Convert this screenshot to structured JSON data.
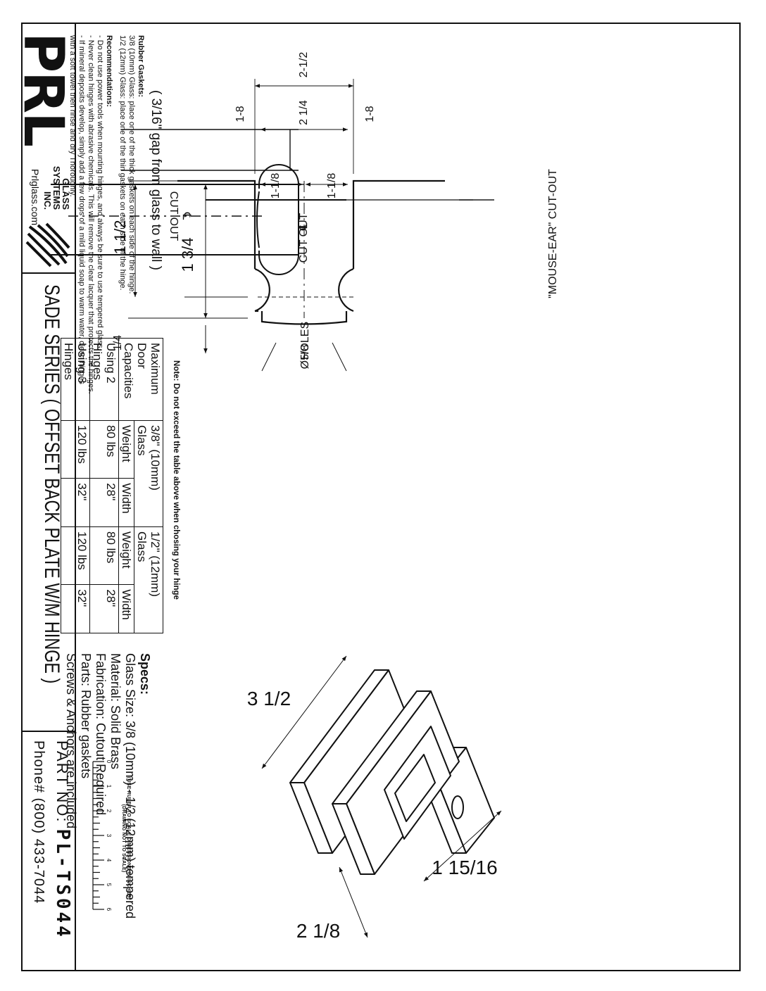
{
  "logo": {
    "letters": "PRL",
    "company_lines": [
      "GLASS",
      "SYSTEMS",
      "INC."
    ],
    "website": "Prlglass.com"
  },
  "title": "SADE SERIES ( OFFSET BACK PLATE W/M HINGE )",
  "part_label": "PART NO:",
  "part_number": "PL-TS044",
  "phone": "Phone#  (800)  433-7044",
  "gap_note": "( 3/16\" gap from glass to wall )",
  "capacity_table": {
    "header": [
      "Maximum Door Capacities",
      "3/8\" (10mm) Glass",
      "1/2\" (12mm) Glass"
    ],
    "subheader": [
      "Weight",
      "Width",
      "Weight",
      "Width"
    ],
    "rows": [
      {
        "label": "Using 2 Hinges",
        "values": [
          "80 lbs",
          "28\"",
          "80 lbs",
          "28\""
        ]
      },
      {
        "label": "Using 3 Hinges",
        "values": [
          "120 lbs",
          "32\"",
          "120 lbs",
          "32\""
        ]
      }
    ],
    "note": "Note: Do not exceed the table above when chosing your hinge"
  },
  "ruler": {
    "ticks": [
      "0",
      "1",
      "2",
      "3",
      "4",
      "5",
      "6"
    ],
    "caption_1": "(USE RULER TO SCALE DIMENSIONS IN INCHES)",
    "caption_2": "(DRAWING NOT TO SCALE)"
  },
  "cutout_drawing": {
    "dim_overall": "2-1/2",
    "dim_inner": "2 1/4",
    "dim_side_left": "1-8",
    "dim_side_right": "1-8",
    "dim_half_left": "1-1/8",
    "dim_half_right": "1-1/8",
    "cutout_label": "CUT OUT",
    "centerline": "℄",
    "dim_depth_small": "1 1/2",
    "dim_depth_large": "1 3/4",
    "dim_hole_offset": "1/4",
    "holes_label": "HOLES",
    "holes_dia": "Ø5/8",
    "mouse_ear_label": "\"MOUSE-EAR\" CUT-OUT"
  },
  "hinge_drawing": {
    "dim_width": "3 1/2",
    "dim_depth": "1 15/16",
    "dim_height": "2 1/8"
  },
  "specs": {
    "heading": "Specs:",
    "lines": [
      "Glass Size: 3/8 (10mm) - 1/2 (12mm) tempered",
      "Material: Solid Brass",
      "Fabrication: Cutout Required",
      "Parts: Rubber gaskets",
      "Screws & Anchors are included"
    ]
  },
  "gaskets": {
    "heading": "Rubber Gaskets:",
    "lines": [
      "3/8 (10mm) Glass: place one of the thick gaskets on each side of the hinge.",
      "1/2 (12mm) Glass: place one of the thin gaskets on each side of the hinge."
    ]
  },
  "recommendations": {
    "heading": "Recommendations:",
    "lines": [
      "- Do not use power tools when mounting hinges, and always be sure to use tempered glass.",
      "- Never clean hinges with abrasive chemicals.  This will remove the clear lacquer that protects the hinges.",
      "- If mineral deposits develop, simply add a few drops of a mild liquid soap to warm water, clean hinges",
      "  with a soft towel then rinse and dry Thoroughly."
    ]
  }
}
